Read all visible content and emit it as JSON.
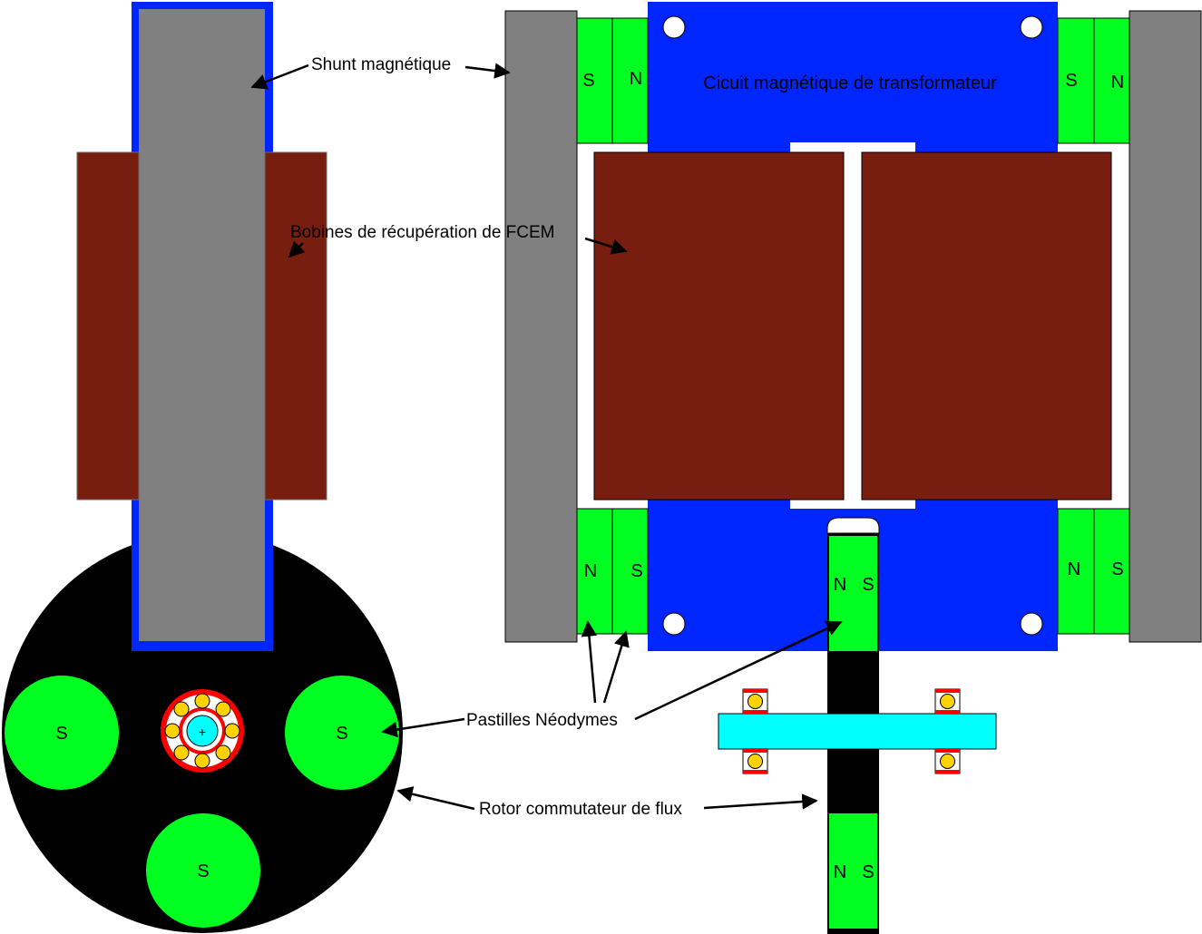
{
  "labels": {
    "shunt": "Shunt magnétique",
    "coils": "Bobines de récupération de FCEM",
    "core": "Cicuit magnétique de transformateur",
    "magnets": "Pastilles Néodymes",
    "rotor": "Rotor commutateur de flux"
  },
  "poles": {
    "north": "N",
    "south": "S"
  },
  "colors": {
    "core_blue": "#0026ff",
    "shunt_gray": "#808080",
    "coil_brown": "#781e0f",
    "magnet_green": "#00ff21",
    "shaft_cyan": "#00ffff",
    "rotor_black": "#000000",
    "bearing_red": "#ff0000",
    "ball_yellow": "#ffd200"
  }
}
